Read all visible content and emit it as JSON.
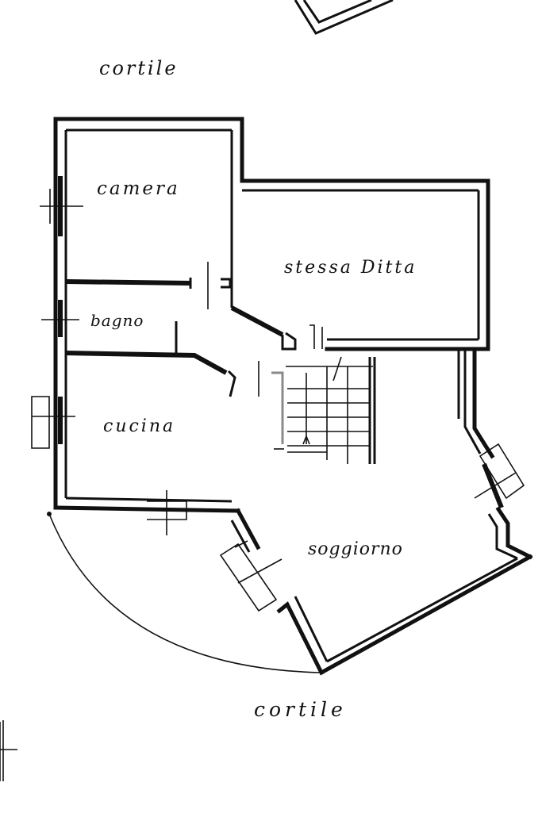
{
  "labels": {
    "courtyard_top": "cortile",
    "camera": "camera",
    "bagno": "bagno",
    "cucina": "cucina",
    "stessa_ditta": "stessa Ditta",
    "soggiorno": "soggiorno",
    "courtyard_bottom": "cortile"
  }
}
